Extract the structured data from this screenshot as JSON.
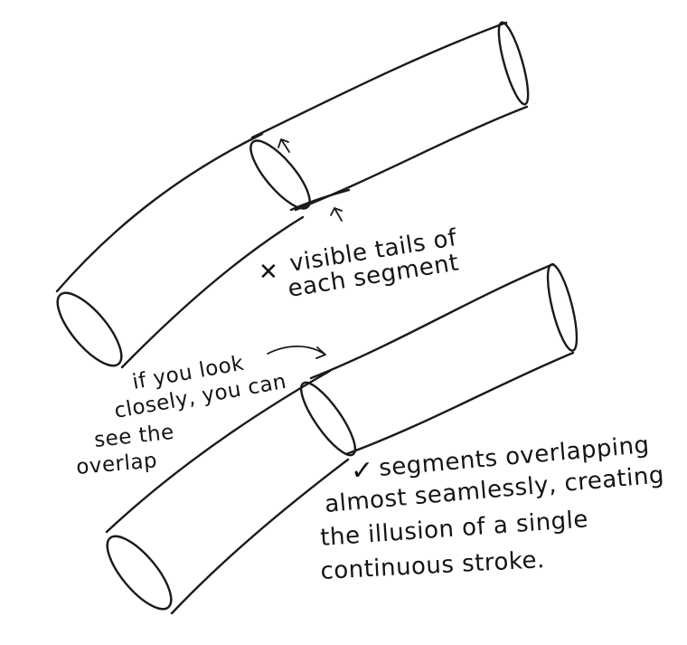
{
  "top_diagram": {
    "mark": "✕",
    "mark_color": "#8b1a1a",
    "caption_lines": [
      "visible tails of",
      "each segment"
    ]
  },
  "bottom_diagram": {
    "mark": "✓",
    "mark_color": "#4a7a1e",
    "caption_lines": [
      "segments overlapping",
      "almost seamlessly, creating",
      "the illusion of a single",
      "continuous stroke."
    ],
    "side_note_lines": [
      "if you look",
      "closely, you can",
      "see the",
      "overlap"
    ]
  },
  "ink_color": "#1a1a1a"
}
